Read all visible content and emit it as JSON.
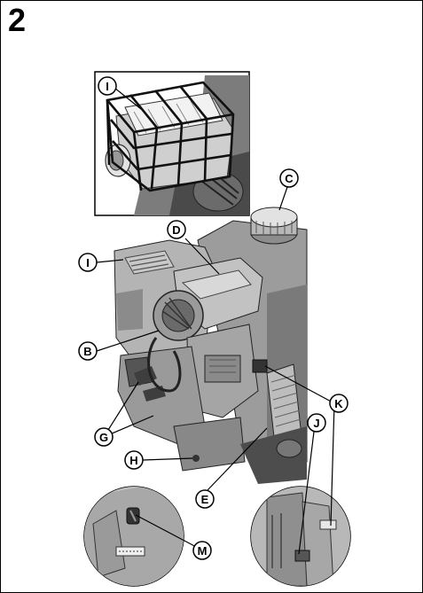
{
  "figure": {
    "number": "2"
  },
  "callouts": {
    "I_inset": "I",
    "C": "C",
    "D": "D",
    "I_main": "I",
    "B": "B",
    "K": "K",
    "G": "G",
    "J": "J",
    "H": "H",
    "E": "E",
    "M": "M"
  },
  "colors": {
    "ink": "#000000",
    "body_gray": "#a9a9a9",
    "dark_gray": "#5a5a5a",
    "light_gray": "#d6d6d6"
  }
}
